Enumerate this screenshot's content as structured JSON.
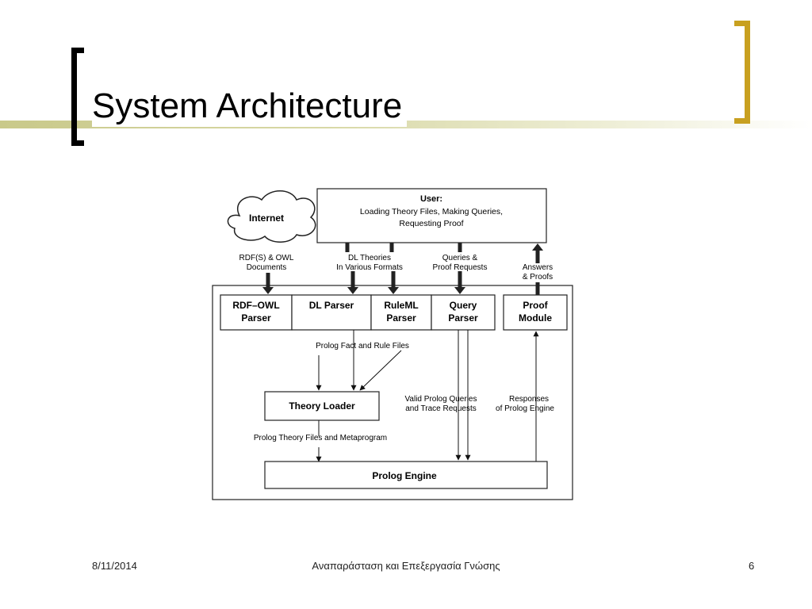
{
  "slide": {
    "title": "System Architecture",
    "footer_date": "8/11/2014",
    "footer_center": "Αναπαράσταση και Επεξεργασία Γνώσης",
    "page_number": "6"
  },
  "diagram": {
    "internet": "Internet",
    "user_title": "User:",
    "user_line1": "Loading Theory Files, Making Queries,",
    "user_line2": "Requesting Proof",
    "rdf_docs_1": "RDF(S) & OWL",
    "rdf_docs_2": "Documents",
    "dl_theories_1": "DL Theories",
    "dl_theories_2": "In Various Formats",
    "queries_1": "Queries &",
    "queries_2": "Proof Requests",
    "answers_1": "Answers",
    "answers_2": "& Proofs",
    "rdf_owl_parser_1": "RDF–OWL",
    "rdf_owl_parser_2": "Parser",
    "dl_parser": "DL Parser",
    "ruleml_parser_1": "RuleML",
    "ruleml_parser_2": "Parser",
    "query_parser_1": "Query",
    "query_parser_2": "Parser",
    "proof_module_1": "Proof",
    "proof_module_2": "Module",
    "prolog_fact_rule": "Prolog Fact and Rule Files",
    "theory_loader": "Theory Loader",
    "valid_queries_1": "Valid Prolog Queries",
    "valid_queries_2": "and Trace Requests",
    "responses_1": "Responses",
    "responses_2": "of Prolog Engine",
    "prolog_theory_files": "Prolog Theory Files and Metaprogram",
    "prolog_engine": "Prolog Engine"
  }
}
